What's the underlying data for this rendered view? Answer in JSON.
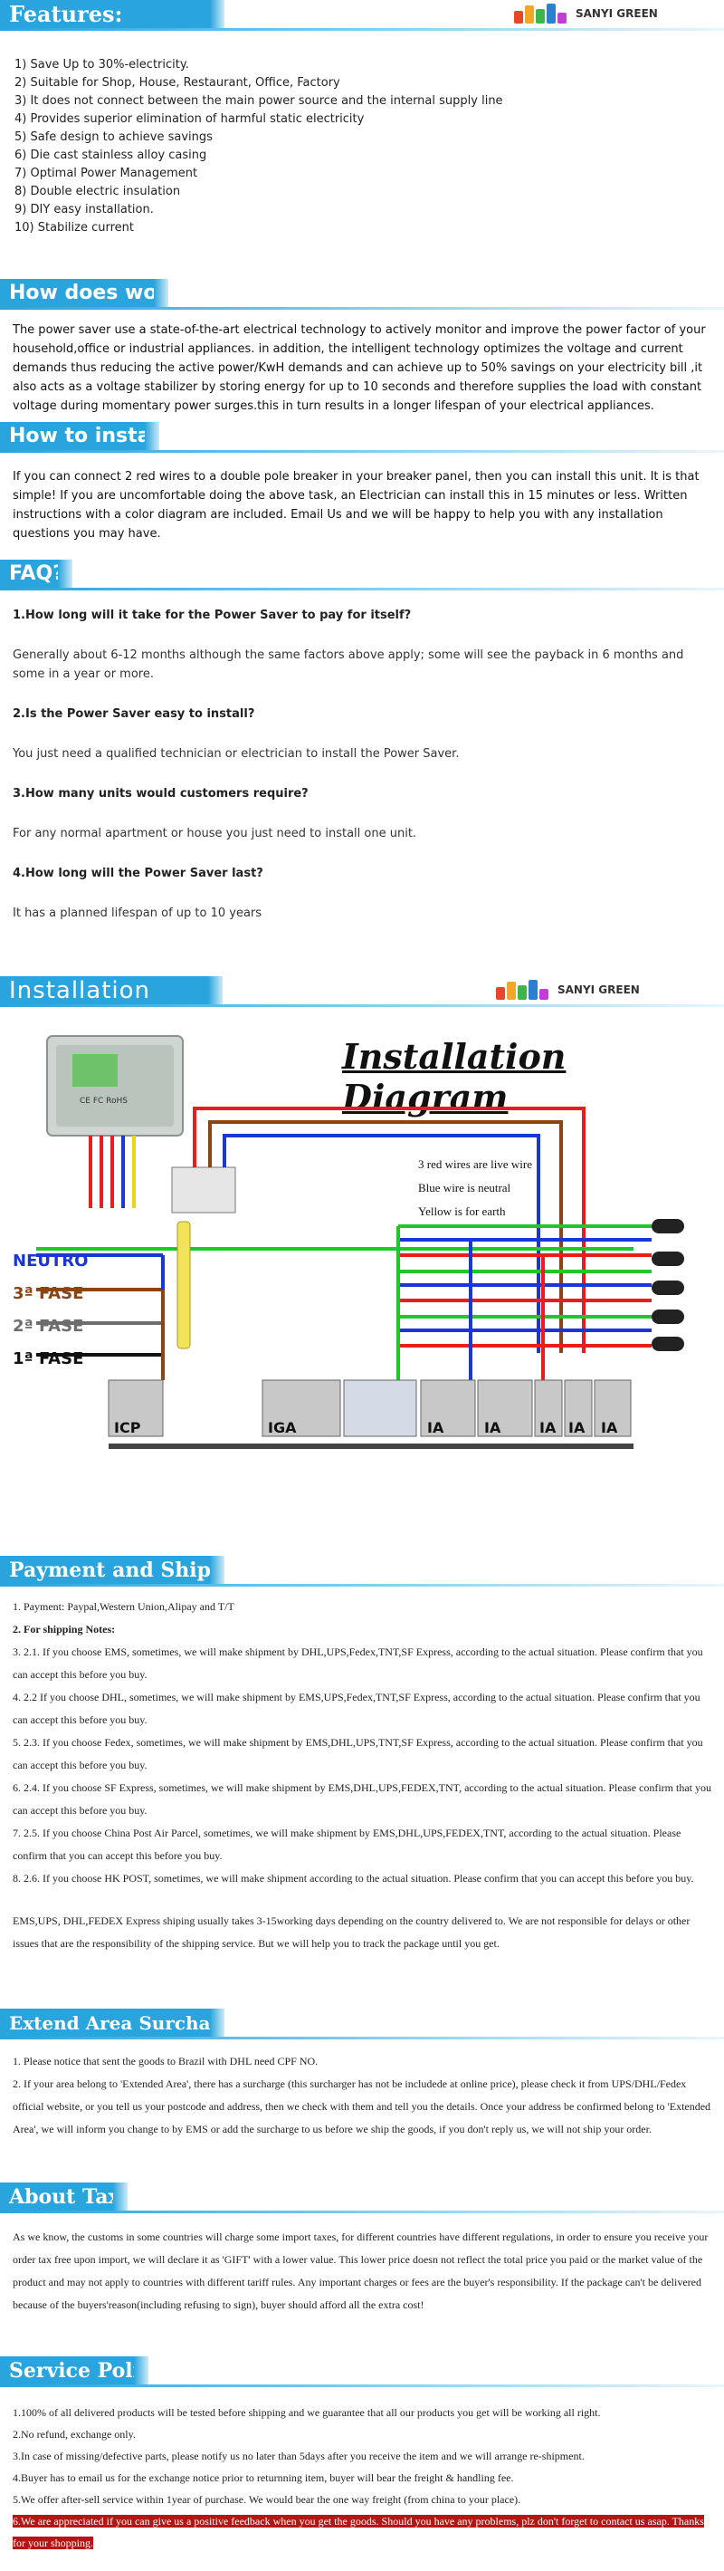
{
  "brand": {
    "name": "SANYI GREEN"
  },
  "features": {
    "title": "Features:",
    "items": [
      "1)  Save Up to 30%-electricity.",
      "2)  Suitable for Shop, House, Restaurant, Office, Factory",
      "3)  It does not connect between the main power source and the internal supply line",
      "4)  Provides superior elimination of harmful static electricity",
      "5)  Safe design to achieve savings",
      "6)  Die cast stainless alloy casing",
      "7)  Optimal Power Management",
      "8)  Double electric insulation",
      "9) DIY easy installation.",
      "10)  Stabilize current"
    ]
  },
  "how_work": {
    "title": "How does work?",
    "text": "The power saver use a state-of-the-art electrical technology to actively monitor and improve the power factor of your household,office or industrial appliances. in addition, the intelligent technology optimizes the voltage and current demands thus reducing the active power/KwH demands and can achieve up to 50% savings on your electricity bill ,it also acts as a voltage stabilizer by storing energy for up to 10 seconds and therefore supplies the load with constant voltage during momentary power surges.this in turn results in a longer lifespan of your electrical appliances."
  },
  "how_install": {
    "title": "How to install?",
    "text": "If you can connect 2 red wires to a double pole breaker in your breaker panel, then you can install this unit. It is that simple! If you are uncomfortable doing the above task, an Electrician   can install this in 15 minutes or less. Written instructions with a color diagram are included. Email Us and we will be happy to help you with any installation questions you may have."
  },
  "faq": {
    "title": "FAQ?",
    "items": [
      {
        "q": "1.How long will it take for the Power Saver to pay for itself?",
        "a": "Generally about 6-12 months although the same factors above apply; some will see the payback in 6 months and some in a year or more."
      },
      {
        "q": "2.Is the Power Saver easy to install?",
        "a": "You just need a qualified technician or electrician to install the Power Saver."
      },
      {
        "q": "3.How many units would customers require?",
        "a": "For any normal apartment or house you just need to install one unit."
      },
      {
        "q": "4.How long will the Power Saver last?",
        "a": "It has a planned lifespan of up to 10 years"
      }
    ]
  },
  "installation": {
    "title": "Installation",
    "diagram_title": "Installation Diagram",
    "notes": [
      "3 red wires are live wire",
      "Blue wire is neutral",
      "Yellow is for earth"
    ],
    "device_label": "CE FC RoHS",
    "labels": {
      "neutro": "NEUTRO",
      "fase3": "3ª FASE",
      "fase2": "2ª FASE",
      "fase1": "1ª FASE",
      "icp": "ICP",
      "iga": "IGA",
      "ia": "IA"
    },
    "colors": {
      "neutral": "#1a36d6",
      "live": "#e81d1d",
      "earth": "#e8d51d",
      "fase3": "#8b4513",
      "fase2": "#6d6d6d",
      "fase1": "#111111",
      "green": "#22c52a"
    }
  },
  "payment": {
    "title": "Payment and Shipping",
    "lines": [
      "1.  Payment: Paypal,Western Union,Alipay and T/T",
      "2.  For shipping Notes:",
      "3.   2.1. If you choose EMS, sometimes, we will make shipment by DHL,UPS,Fedex,TNT,SF Express, according to the actual situation. Please confirm that you can accept this before you buy.",
      "4.  2.2 If you choose DHL, sometimes, we will make shipment by EMS,UPS,Fedex,TNT,SF Express, according to the actual situation. Please confirm that you can accept this before you buy.",
      "5.  2.3. If you choose Fedex, sometimes, we will make shipment by EMS,DHL,UPS,TNT,SF Express, according to the actual situation. Please confirm that you can accept this before you buy.",
      "6.  2.4. If you choose SF Express, sometimes, we will make shipment by EMS,DHL,UPS,FEDEX,TNT, according to the actual situation. Please confirm that you can accept this before you buy.",
      "7.  2.5. If you choose China Post Air Parcel, sometimes, we will make shipment by EMS,DHL,UPS,FEDEX,TNT, according to the actual situation. Please confirm that you can accept this before you buy.",
      "8.  2.6. If you choose HK POST, sometimes, we will make shipment according to the actual situation. Please confirm that you can accept this before you buy."
    ],
    "footer": "EMS,UPS, DHL,FEDEX Express shiping usually takes 3-15working days depending on the country delivered to. We are not responsible for delays or other issues that are the responsibility of the shipping service. But we will help you to track the package until you get."
  },
  "extend": {
    "title": "Extend Area Surcharges",
    "lines": [
      "1.  Please notice that sent the goods to Brazil with DHL need CPF NO.",
      "2.  If your area belong to 'Extended Area', there has a surcharge (this surcharger has not be includede at online price), please check it from UPS/DHL/Fedex official website, or you tell us your postcode and address, then we check with them and tell you the details. Once your address be confirmed belong to 'Extended Area', we will inform you change to by EMS or add the surcharge to us before we ship the goods, if you don't reply us, we will not ship your order."
    ]
  },
  "taxes": {
    "title": "About Taxes",
    "text": "As we know, the customs in some countries will charge some import taxes, for different countries have different regulations, in order to ensure you receive your order tax free upon import, we will declare it as 'GIFT' with a lower value. This lower price doesn not reflect the total price you paid or the market value of the product and may not apply to countries with different tariff rules. Any important charges or fees are the buyer's responsibility. If the package can't be delivered because of the buyers'reason(including refusing to sign), buyer should afford all the extra cost!"
  },
  "service": {
    "title": "Service Policy",
    "lines": [
      "1.100% of all delivered products will be tested before shipping and we guarantee that all our products you get will be working all right.",
      "2.No refund, exchange only.",
      "3.In case of missing/defective parts, please notify us no later than 5days after you receive the item and we will arrange re-shipment.",
      "4.Buyer has to email us for the exchange notice prior to returnning item, buyer will bear the freight & handling fee.",
      "5.We offer after-sell service within 1year of purchase. We would bear the one way freight (from china to your place)."
    ],
    "highlight": "6.We are appreciated if you can give us a positive feedback when you get the goods. Should you have any problems, plz don't forget to contact us asap. Thanks for your shopping."
  }
}
